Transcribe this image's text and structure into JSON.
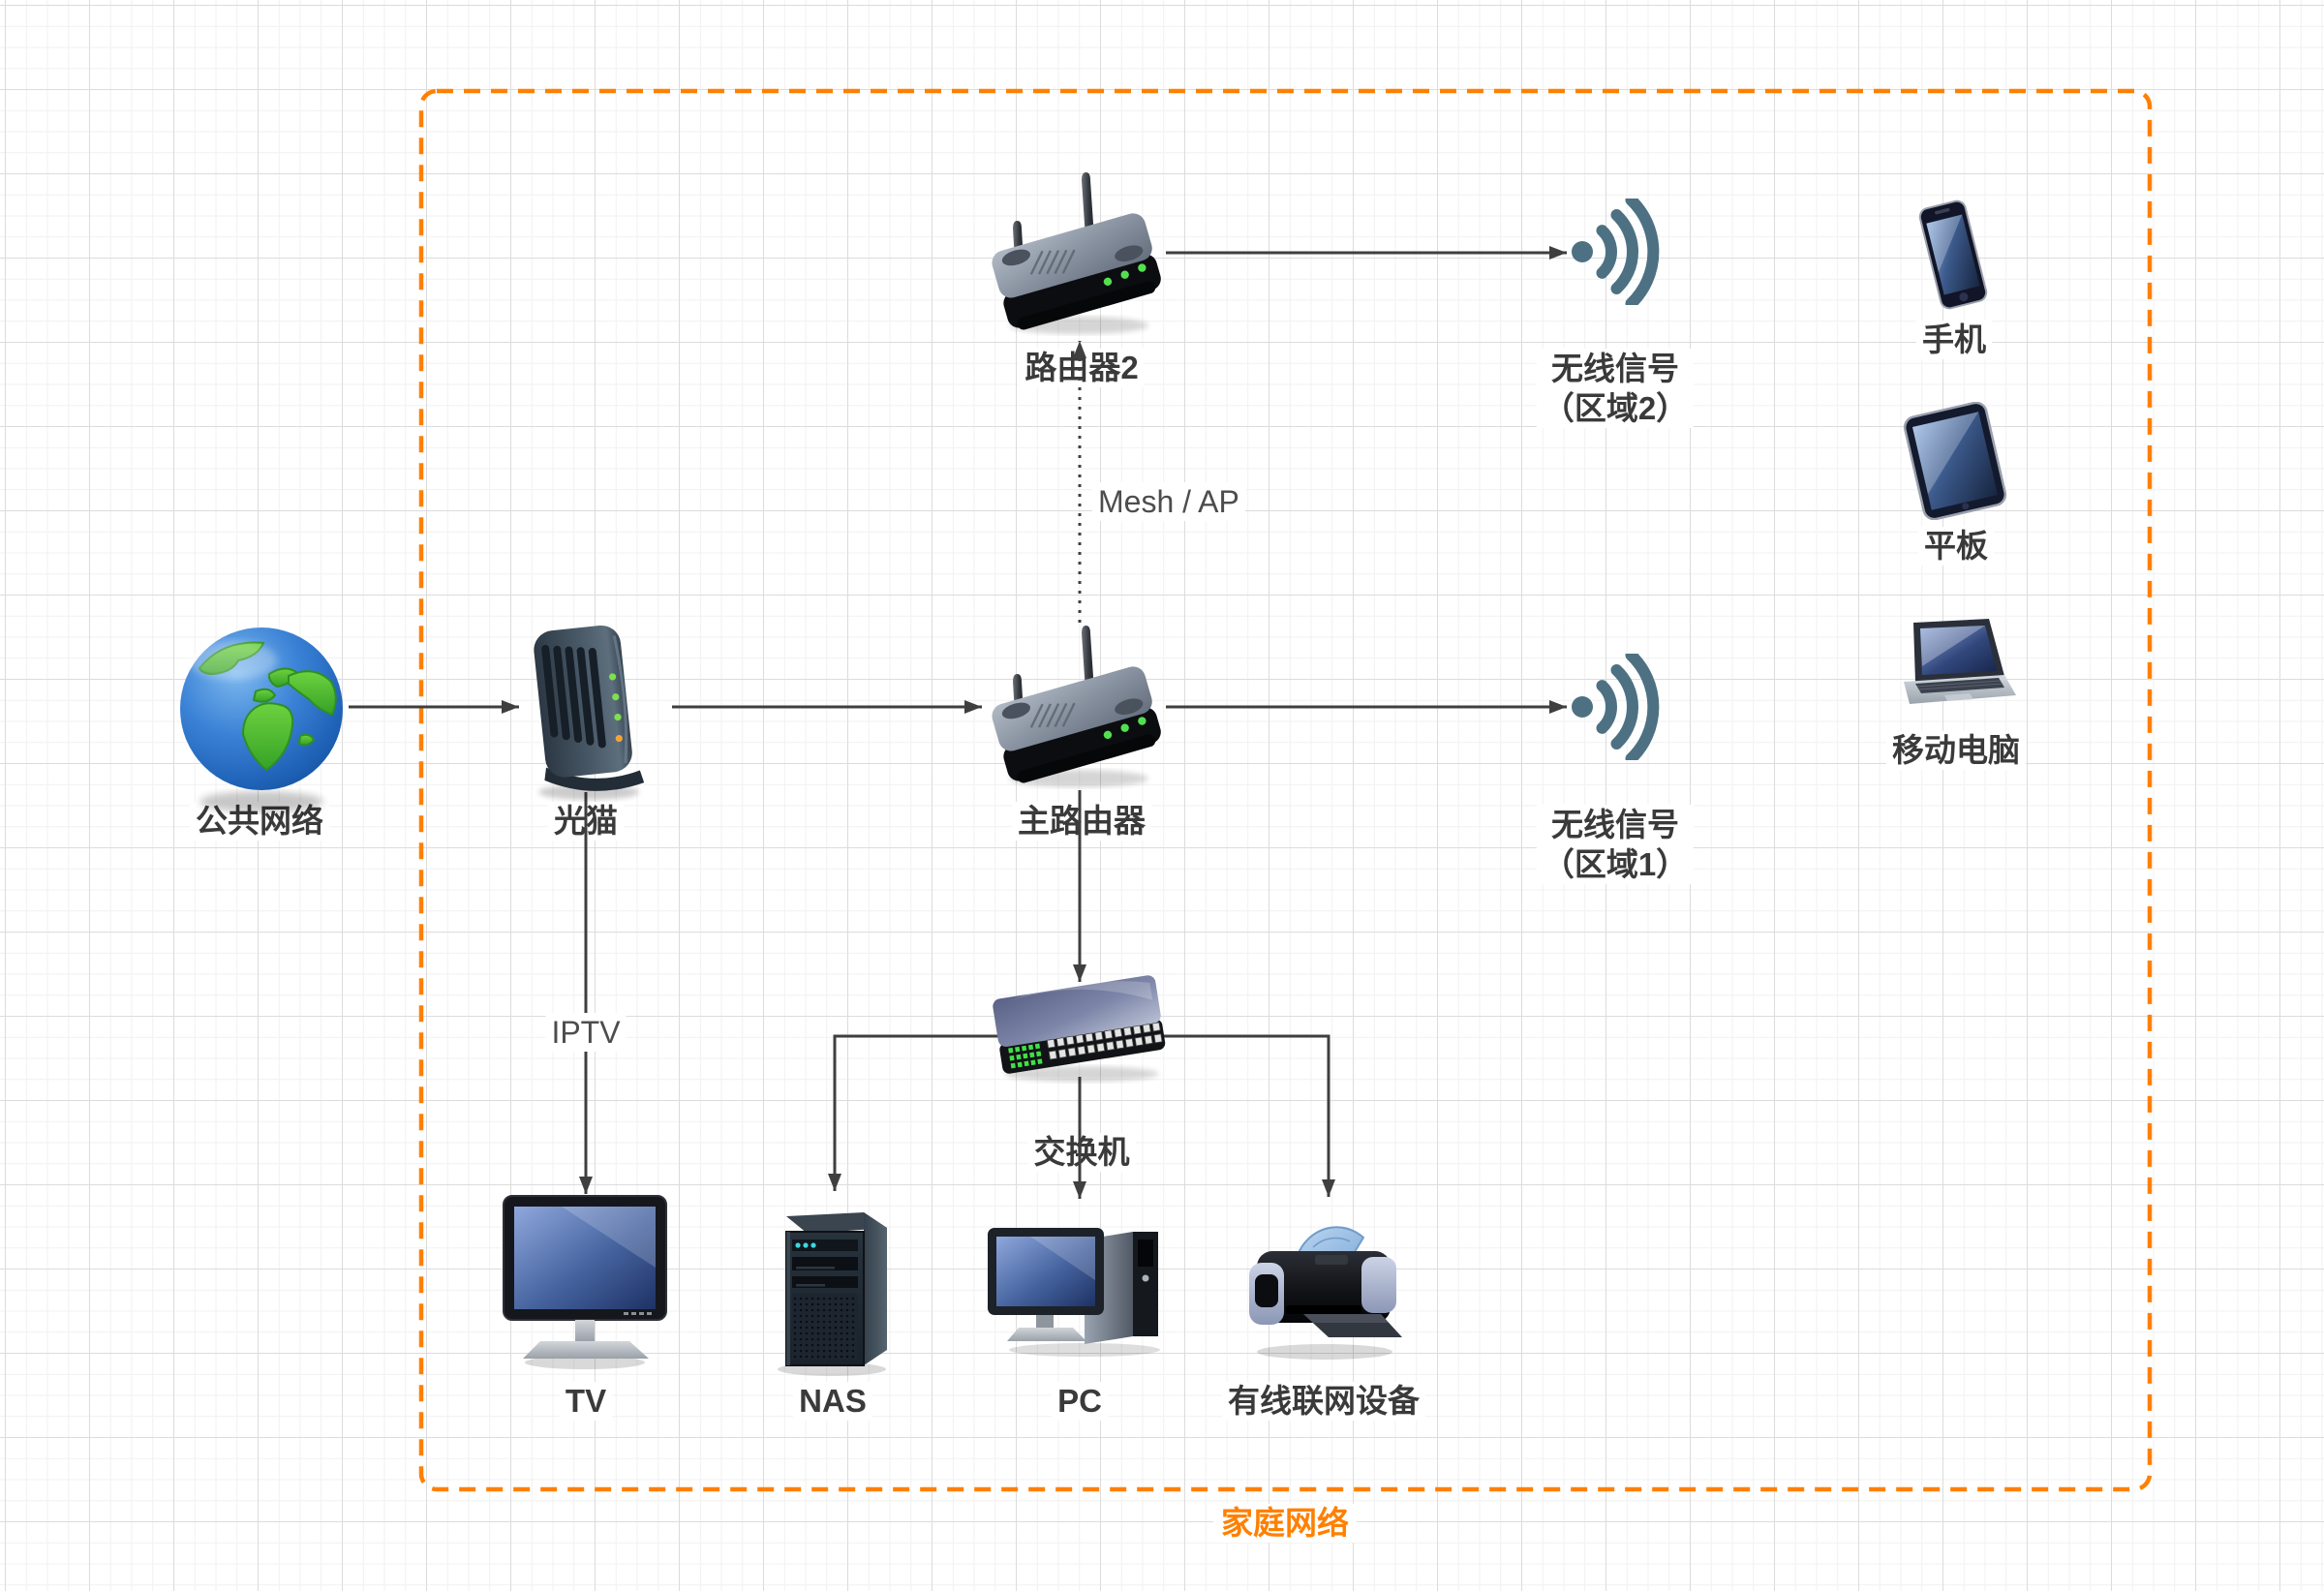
{
  "diagram": {
    "boundary": {
      "label": "家庭网络",
      "color": "#FF8000"
    },
    "nodes": {
      "internet": {
        "label": "公共网络",
        "icon": "globe-icon"
      },
      "modem": {
        "label": "光猫",
        "icon": "modem-icon"
      },
      "router2": {
        "label": "路由器2",
        "icon": "wireless-router-icon"
      },
      "main_router": {
        "label": "主路由器",
        "icon": "wireless-router-icon"
      },
      "wifi_zone2": {
        "label_line1": "无线信号",
        "label_line2": "（区域2）",
        "icon": "wifi-signal-icon"
      },
      "wifi_zone1": {
        "label_line1": "无线信号",
        "label_line2": "（区域1）",
        "icon": "wifi-signal-icon"
      },
      "phone": {
        "label": "手机",
        "icon": "smartphone-icon"
      },
      "tablet": {
        "label": "平板",
        "icon": "tablet-icon"
      },
      "laptop": {
        "label": "移动电脑",
        "icon": "laptop-icon"
      },
      "switch": {
        "label": "交换机",
        "icon": "network-switch-icon"
      },
      "tv": {
        "label": "TV",
        "icon": "tv-icon"
      },
      "nas": {
        "label": "NAS",
        "icon": "nas-tower-icon"
      },
      "pc": {
        "label": "PC",
        "icon": "desktop-pc-icon"
      },
      "wired_device": {
        "label": "有线联网设备",
        "icon": "printer-icon"
      }
    },
    "edge_labels": {
      "mesh_ap": "Mesh / AP",
      "iptv": "IPTV"
    },
    "edges": [
      {
        "from": "internet",
        "to": "modem",
        "style": "solid-arrow"
      },
      {
        "from": "modem",
        "to": "main_router",
        "style": "solid-arrow"
      },
      {
        "from": "router2",
        "to": "wifi_zone2",
        "style": "solid-arrow"
      },
      {
        "from": "main_router",
        "to": "wifi_zone1",
        "style": "solid-arrow"
      },
      {
        "from": "main_router",
        "to": "router2",
        "style": "dotted-arrow",
        "label": "Mesh / AP"
      },
      {
        "from": "main_router",
        "to": "switch",
        "style": "solid-arrow"
      },
      {
        "from": "modem",
        "to": "tv",
        "style": "solid-arrow",
        "label": "IPTV"
      },
      {
        "from": "switch",
        "to": "nas",
        "style": "solid-arrow"
      },
      {
        "from": "switch",
        "to": "pc",
        "style": "solid-arrow"
      },
      {
        "from": "switch",
        "to": "wired_device",
        "style": "solid-arrow"
      }
    ],
    "colors": {
      "boundary_orange": "#FF8000",
      "connector_line": "#3F3F3F",
      "wifi_icon": "#4D7183",
      "node_label_text": "#3A3A3A",
      "edge_label_text": "#4D4D4D",
      "led_green": "#52E04E",
      "led_amber": "#F2A43A"
    }
  }
}
